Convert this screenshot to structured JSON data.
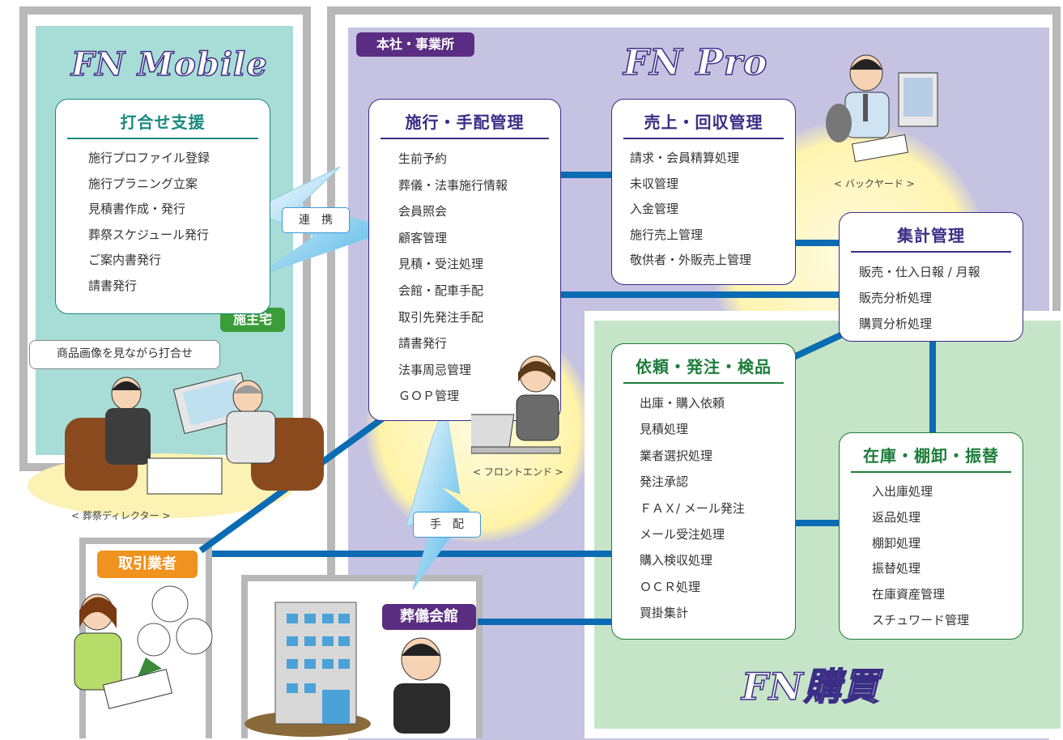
{
  "colors": {
    "mobile_bg": "#a8dcd6",
    "pro_bg": "#c6c3e2",
    "kobai_bg": "#c6e4c7",
    "frame_gray": "#b8b8b8",
    "connector_blue": "#0b6bb3",
    "title_teal": "#1a8a80",
    "title_purple": "#3b2d86",
    "title_green": "#1c7d3a",
    "tag_green": "#3a9d3a",
    "tag_purple": "#5a2d82",
    "tag_orange": "#f0921e"
  },
  "brands": {
    "mobile": "FN Mobile",
    "pro": "FN Pro",
    "kobai": "FN購買"
  },
  "tags": {
    "honsha": "本社・事業所",
    "seshu": "施主宅",
    "torihiki": "取引業者",
    "kaikan": "葬儀会館"
  },
  "pills": {
    "renkei": "連　携",
    "tehai": "手　配"
  },
  "speech": "商品画像を見ながら打合せ",
  "captions": {
    "director": "< 葬祭ディレクター >",
    "front": "< フロントエンド >",
    "back": "< バックヤード >"
  },
  "cards": {
    "uchiawase": {
      "title": "打合せ支援",
      "items": [
        "施行プロファイル登録",
        "施行プラニング立案",
        "見積書作成・発行",
        "葬祭スケジュール発行",
        "ご案内書発行",
        "請書発行"
      ]
    },
    "seko": {
      "title": "施行・手配管理",
      "items": [
        "生前予約",
        "葬儀・法事施行情報",
        "会員照会",
        "顧客管理",
        "見積・受注処理",
        "会館・配車手配",
        "取引先発注手配",
        "請書発行",
        "法事周忌管理",
        "ＧＯＰ管理"
      ]
    },
    "uriage": {
      "title": "売上・回収管理",
      "items": [
        "請求・会員精算処理",
        "未収管理",
        "入金管理",
        "施行売上管理",
        "敬供者・外販売上管理"
      ]
    },
    "shukei": {
      "title": "集計管理",
      "items": [
        "販売・仕入日報 / 月報",
        "販売分析処理",
        "購買分析処理"
      ]
    },
    "irai": {
      "title": "依頼・発注・検品",
      "items": [
        "出庫・購入依頼",
        "見積処理",
        "業者選択処理",
        "発注承認",
        "ＦＡＸ/ メール発注",
        "メール受注処理",
        "購入検収処理",
        "ＯＣＲ処理",
        "買掛集計"
      ]
    },
    "zaiko": {
      "title": "在庫・棚卸・振替",
      "items": [
        "入出庫処理",
        "返品処理",
        "棚卸処理",
        "振替処理",
        "在庫資産管理",
        "スチュワード管理"
      ]
    }
  }
}
